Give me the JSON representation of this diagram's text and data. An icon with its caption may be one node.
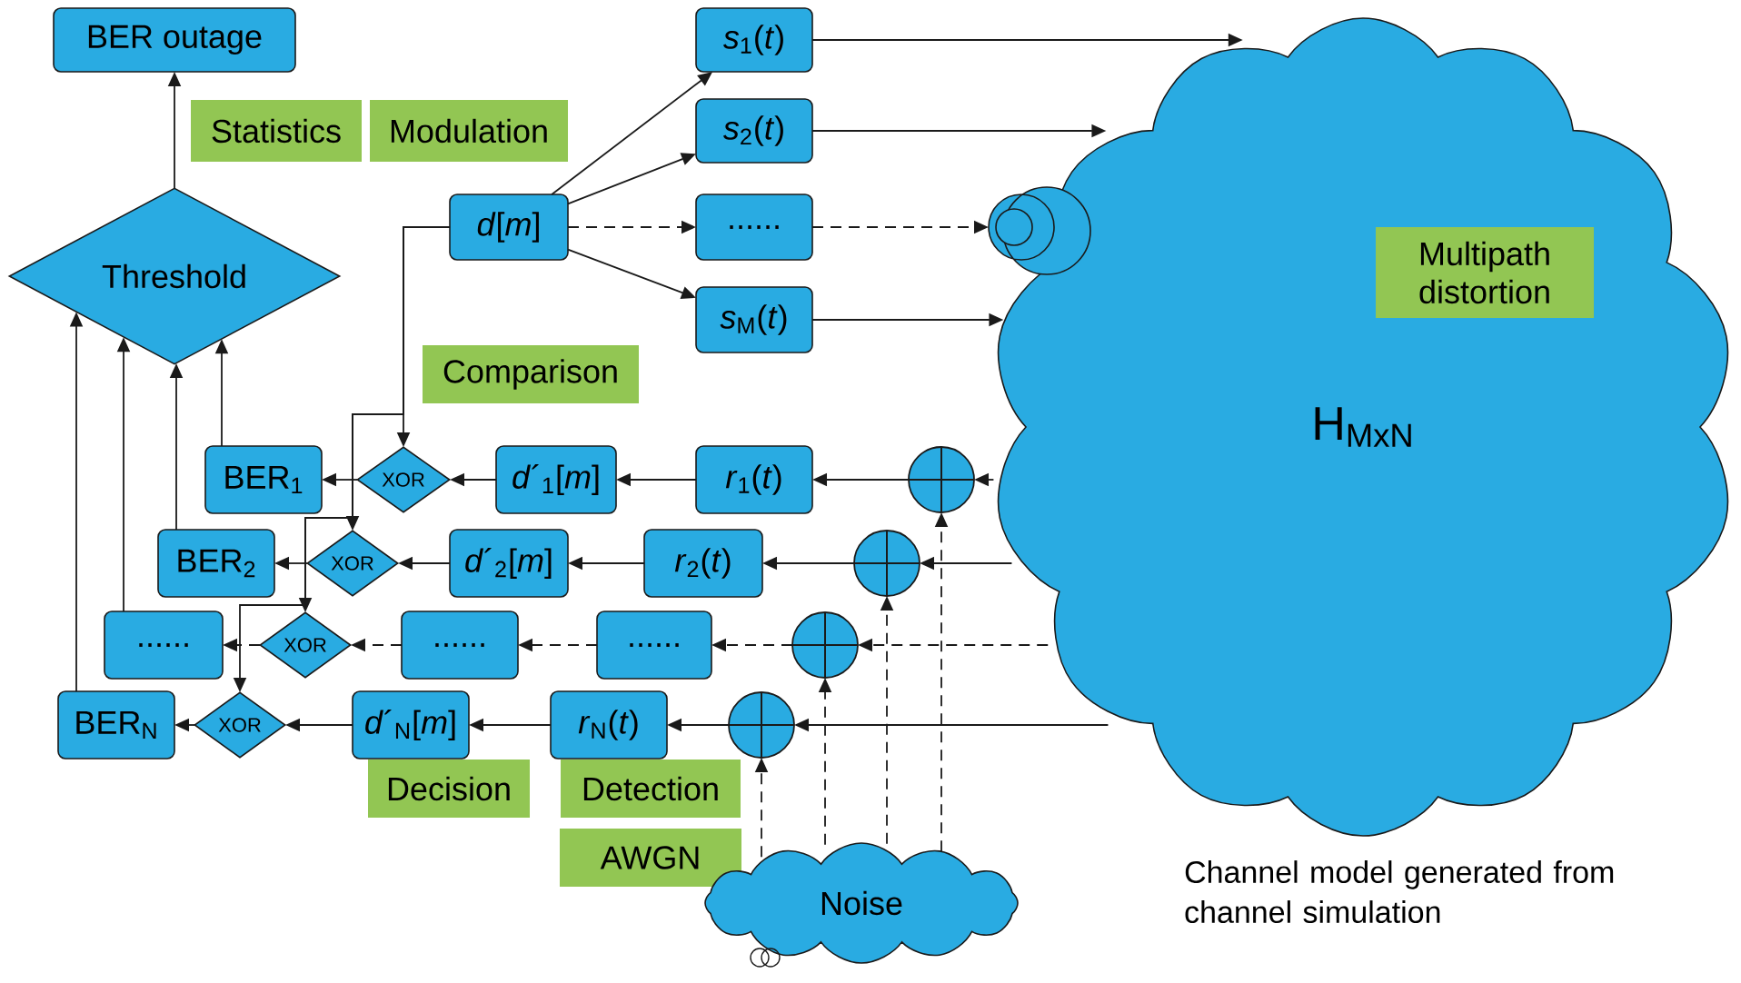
{
  "diagram": {
    "nodes": [
      {
        "text": [
          "BER outage"
        ]
      },
      {
        "text": [
          "Statistics"
        ]
      },
      {
        "text": [
          "Threshold"
        ]
      },
      {
        "text": [
          "Comparison"
        ]
      },
      {
        "text": [
          "Modulation"
        ]
      },
      {
        "text": [
          "*s*$_{1}$(*t*)"
        ]
      },
      {
        "text": [
          "*s*$_{2}$(*t*)"
        ]
      },
      {
        "text": [
          "*d*[*m*]"
        ]
      },
      {
        "text": [
          "......"
        ]
      },
      {
        "text": [
          "*s*$_{M}$(*t*)"
        ]
      },
      {
        "text": [
          "H$_{MxN}$"
        ],
        "beside": [
          "Channel model generated from channel simulation"
        ]
      },
      {
        "text": [
          "Multipath distortion"
        ],
        "in": 10
      },
      {
        "text": [
          "BER$_{1}$"
        ]
      },
      {
        "text": [
          "XOR"
        ]
      },
      {
        "text": [
          "*d*´$_{1}$[*m*]"
        ]
      },
      {
        "text": [
          "*r*$_{1}$(*t*)"
        ]
      },
      {
        "text": [],
        "shape": "circle"
      },
      {
        "text": [
          "BER$_{2}$"
        ]
      },
      {
        "text": [
          "XOR"
        ]
      },
      {
        "text": [
          "*d*´$_{2}$[*m*]"
        ]
      },
      {
        "text": [
          "*r*$_{2}$(*t*)"
        ]
      },
      {
        "text": [],
        "shape": "circle"
      },
      {
        "text": [
          "......"
        ]
      },
      {
        "text": [
          "XOR"
        ]
      },
      {
        "text": [
          "......"
        ]
      },
      {
        "text": [
          "......"
        ]
      },
      {
        "text": [],
        "shape": "circle"
      },
      {
        "text": [
          "BER$_{N}$"
        ]
      },
      {
        "text": [
          "XOR"
        ]
      },
      {
        "text": [
          "*d*´$_{N}$[*m*]"
        ]
      },
      {
        "text": [
          "*r*$_{N}$(*t*)"
        ]
      },
      {
        "text": [],
        "shape": "circle"
      },
      {
        "text": [
          "Decision"
        ]
      },
      {
        "text": [
          "Detection"
        ]
      },
      {
        "text": [
          "AWGN"
        ]
      },
      {
        "text": [
          "Noise"
        ]
      }
    ],
    "edges": [
      {
        "from": 2,
        "to": 0,
        "arrow": "to"
      },
      {
        "from": 12,
        "to": 2,
        "arrow": "to"
      },
      {
        "from": 17,
        "to": 2,
        "arrow": "to"
      },
      {
        "from": 22,
        "to": 2,
        "arrow": "to"
      },
      {
        "from": 27,
        "to": 2,
        "arrow": "to"
      },
      {
        "from": 7,
        "to": 5,
        "arrow": "to"
      },
      {
        "from": 7,
        "to": 6,
        "arrow": "to"
      },
      {
        "from": 7,
        "to": 8,
        "arrow": "to",
        "style": "dashed"
      },
      {
        "from": 7,
        "to": 9,
        "arrow": "to"
      },
      {
        "from": 5,
        "to": 10,
        "arrow": "to"
      },
      {
        "from": 6,
        "to": 10,
        "arrow": "to"
      },
      {
        "from": 8,
        "to": 10,
        "arrow": "to",
        "style": "dashed"
      },
      {
        "from": 9,
        "to": 10,
        "arrow": "to"
      },
      {
        "from": 7,
        "to": 13,
        "arrow": "to"
      },
      {
        "from": 7,
        "to": 18,
        "arrow": "to"
      },
      {
        "from": 7,
        "to": 23,
        "arrow": "to"
      },
      {
        "from": 7,
        "to": 28,
        "arrow": "to"
      },
      {
        "from": 10,
        "to": 16,
        "arrow": "to"
      },
      {
        "from": 16,
        "to": 15,
        "arrow": "to"
      },
      {
        "from": 15,
        "to": 14,
        "arrow": "to"
      },
      {
        "from": 14,
        "to": 13,
        "arrow": "to"
      },
      {
        "from": 13,
        "to": 12,
        "arrow": "to"
      },
      {
        "from": 10,
        "to": 21,
        "arrow": "to"
      },
      {
        "from": 21,
        "to": 20,
        "arrow": "to"
      },
      {
        "from": 20,
        "to": 19,
        "arrow": "to"
      },
      {
        "from": 19,
        "to": 18,
        "arrow": "to"
      },
      {
        "from": 18,
        "to": 17,
        "arrow": "to"
      },
      {
        "from": 10,
        "to": 26,
        "arrow": "to",
        "style": "dashed"
      },
      {
        "from": 26,
        "to": 25,
        "arrow": "to",
        "style": "dashed"
      },
      {
        "from": 25,
        "to": 24,
        "arrow": "to",
        "style": "dashed"
      },
      {
        "from": 24,
        "to": 23,
        "arrow": "to",
        "style": "dashed"
      },
      {
        "from": 23,
        "to": 22,
        "arrow": "to",
        "style": "dashed"
      },
      {
        "from": 10,
        "to": 31,
        "arrow": "to"
      },
      {
        "from": 31,
        "to": 30,
        "arrow": "to"
      },
      {
        "from": 30,
        "to": 29,
        "arrow": "to"
      },
      {
        "from": 29,
        "to": 28,
        "arrow": "to"
      },
      {
        "from": 28,
        "to": 27,
        "arrow": "to"
      },
      {
        "from": 35,
        "to": 31,
        "arrow": "to",
        "style": "dashed"
      },
      {
        "from": 35,
        "to": 26,
        "arrow": "to",
        "style": "dashed"
      },
      {
        "from": 35,
        "to": 21,
        "arrow": "to",
        "style": "dashed"
      },
      {
        "from": 35,
        "to": 16,
        "arrow": "to",
        "style": "dashed"
      }
    ]
  }
}
